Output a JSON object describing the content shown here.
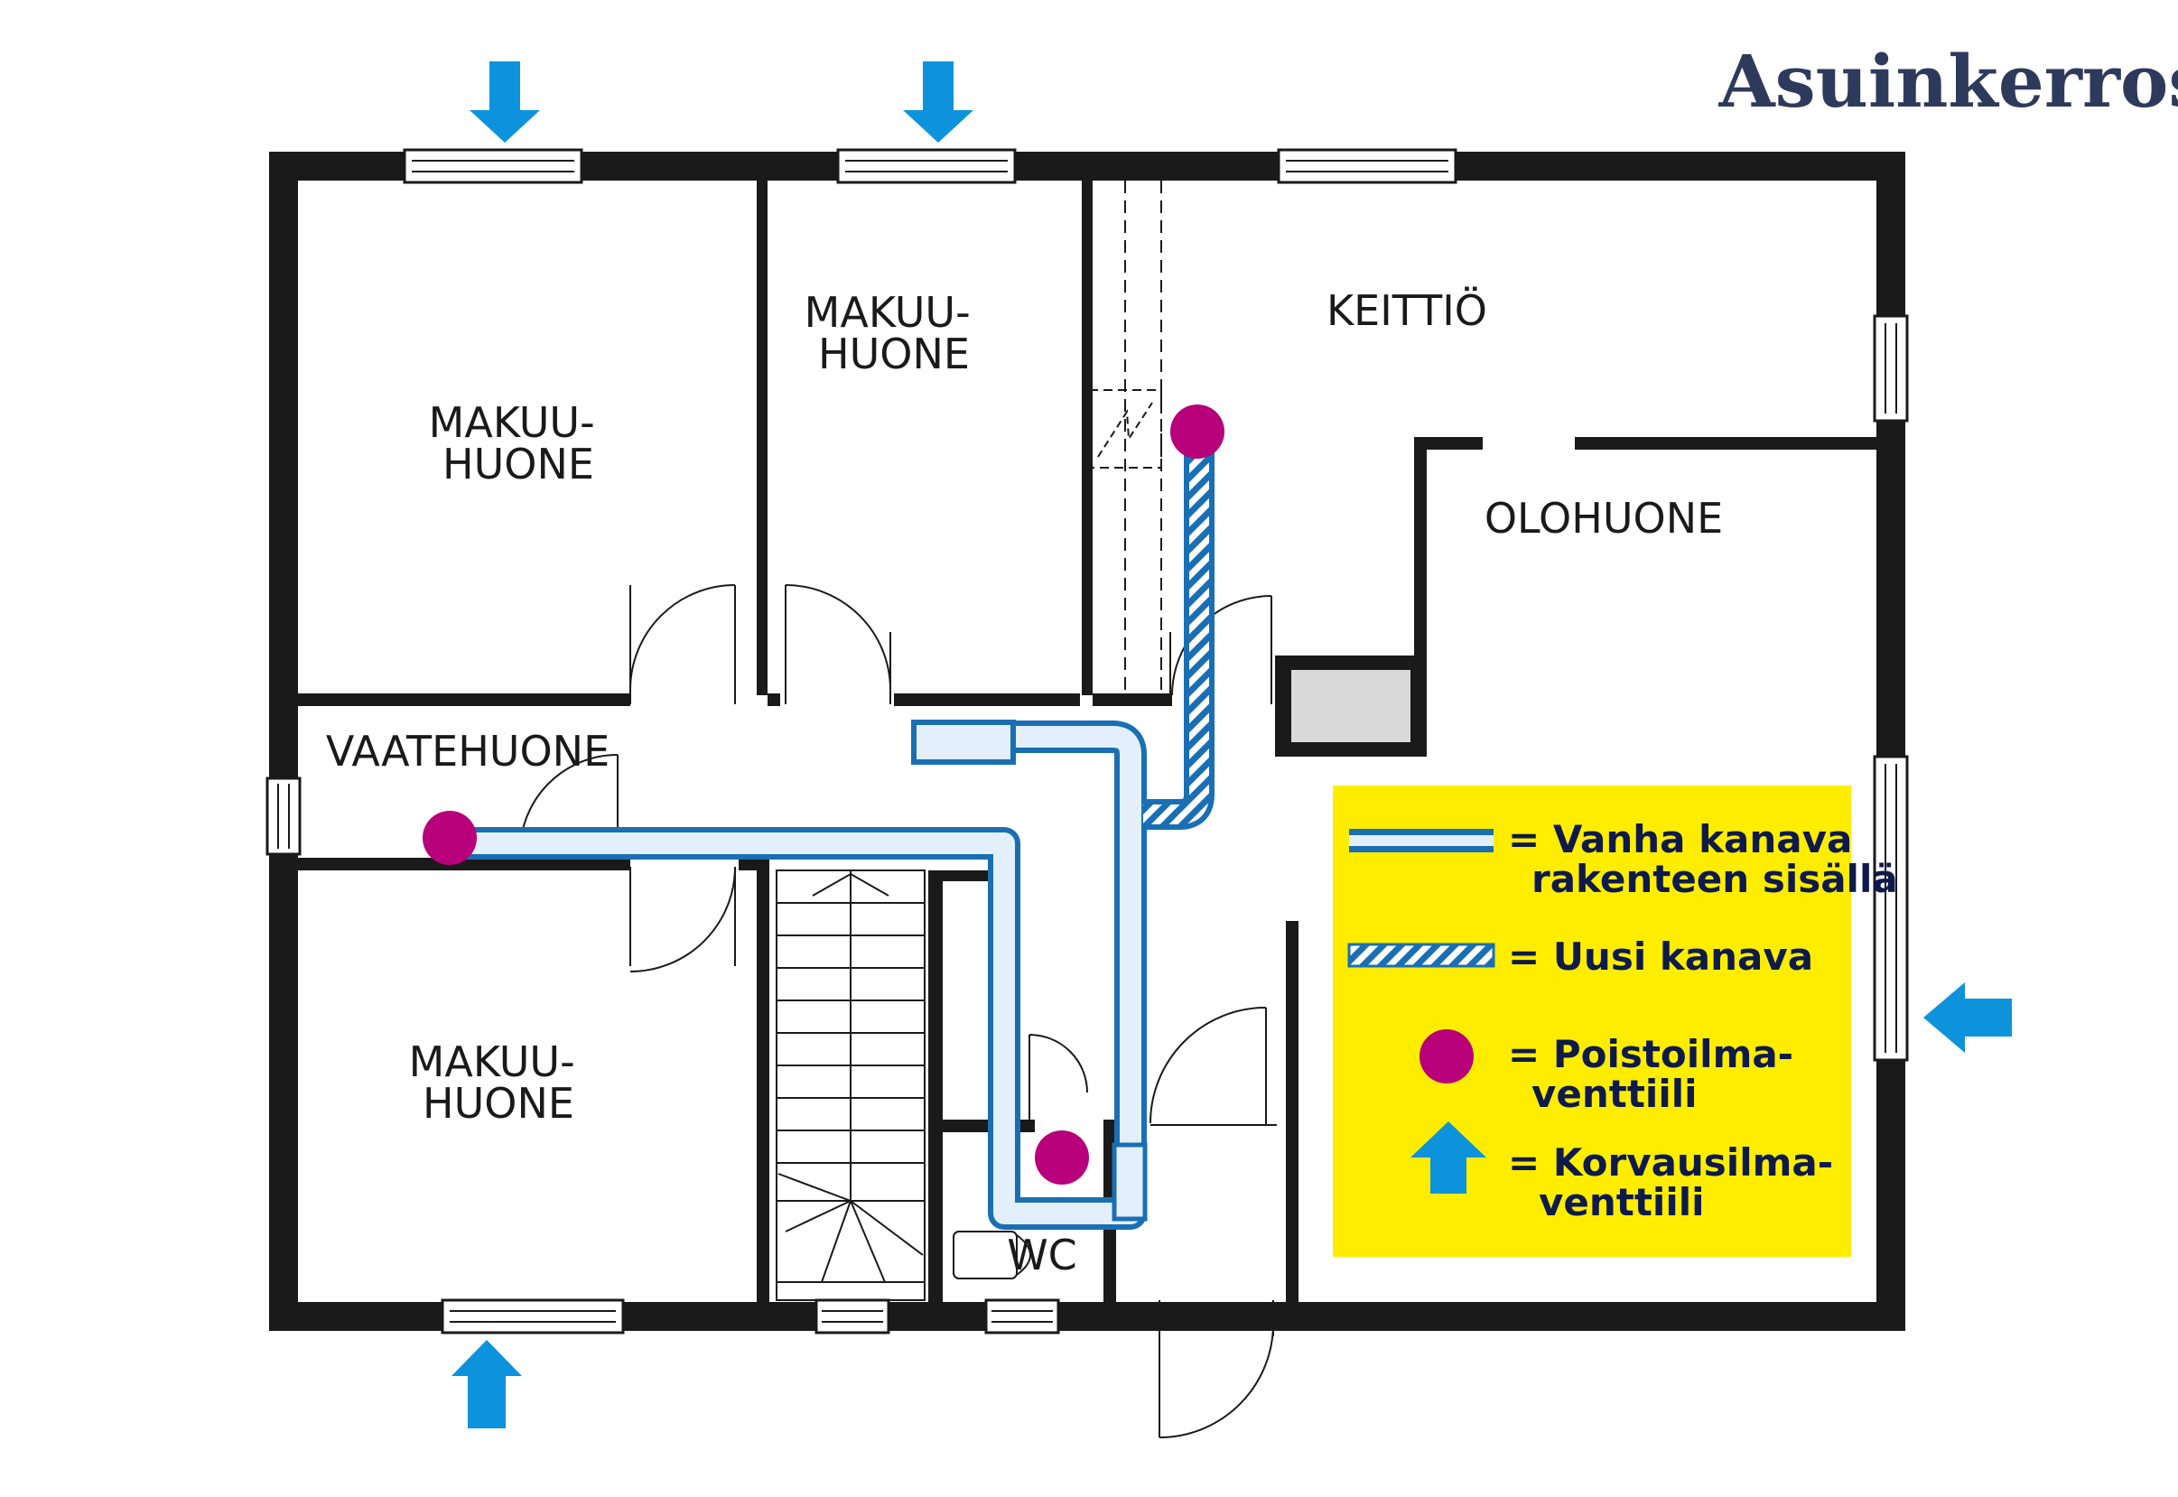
{
  "title": "Asuinkerros",
  "colors": {
    "title": "#2e3a5c",
    "wall": "#1a1a1a",
    "old_duct_outline": "#1a6fb4",
    "old_duct_fill": "#e3f0fb",
    "new_duct": "#1a6fb4",
    "exhaust_valve": "#b8007a",
    "supply_arrow": "#0d93dc",
    "legend_bg": "#ffed00",
    "legend_text": "#0d1a4a",
    "furnace_fill": "#d9d9d9"
  },
  "rooms": {
    "bedroom_top_left": [
      "MAKUU-",
      "HUONE"
    ],
    "bedroom_top_mid": [
      "MAKUU-",
      "HUONE"
    ],
    "kitchen": "KEITTIÖ",
    "living_room": "OLOHUONE",
    "walk_in_closet": "VAATEHUONE",
    "bedroom_bottom_left": [
      "MAKUU-",
      "HUONE"
    ],
    "wc": "WC"
  },
  "legend": {
    "old_duct": [
      "= Vanha kanava",
      "rakenteen sisällä"
    ],
    "new_duct": "= Uusi kanava",
    "exhaust_valve": [
      "= Poistoilma-",
      "venttiili"
    ],
    "supply_valve": [
      "= Korvausilma-",
      "venttiili"
    ]
  },
  "icons": {
    "supply_arrow": "arrow-icon",
    "exhaust_valve": "circle-icon"
  }
}
